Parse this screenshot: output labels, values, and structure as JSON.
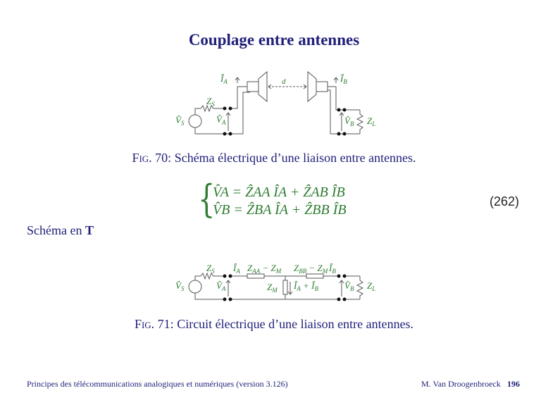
{
  "title": "Couplage entre antennes",
  "fig70": {
    "label": "Fig.",
    "number": "70:",
    "text": "Schéma électrique d’une liaison entre antennes.",
    "labels": {
      "ia": "Î",
      "ia_sub": "A",
      "ib": "Î",
      "ib_sub": "B",
      "d": "d",
      "zs": "Z",
      "zs_sub": "S",
      "vs": "V̂",
      "vs_sub": "S",
      "va": "V̂",
      "va_sub": "A",
      "vb": "V̂",
      "vb_sub": "B",
      "zl": "Z",
      "zl_sub": "L"
    }
  },
  "equation": {
    "line1": "V̂A = ẐAA ÎA + ẐAB ÎB",
    "line2": "V̂B = ẐBA ÎA + ẐBB ÎB",
    "number": "(262)"
  },
  "schema_label_prefix": "Schéma en",
  "schema_label_bold": "T",
  "fig71": {
    "label": "Fig.",
    "number": "71:",
    "text": "Circuit électrique d’une liaison entre antennes.",
    "labels": {
      "zs": "Z",
      "zs_sub": "S",
      "ia": "Î",
      "ia_sub": "A",
      "zaa": "Z",
      "zaa_sub": "AA",
      "minus1": " − Z",
      "zm_sub1": "M",
      "zbb": "Z",
      "zbb_sub": "BB",
      "minus2": " − Z",
      "zm_sub2": "M",
      "ib": "Î",
      "ib_sub": "B",
      "vs": "V̂",
      "vs_sub": "S",
      "va": "V̂",
      "va_sub": "A",
      "zm": "Z",
      "zm_sub": "M",
      "iaib": "Î",
      "iaib_sub1": "A",
      "plus": " + Î",
      "iaib_sub2": "B",
      "vb": "V̂",
      "vb_sub": "B",
      "zl": "Z",
      "zl_sub": "L"
    }
  },
  "footer": {
    "left": "Principes des télécommunications analogiques et numériques (version 3.126)",
    "author": "M. Van Droogenbroeck",
    "page": "196"
  }
}
